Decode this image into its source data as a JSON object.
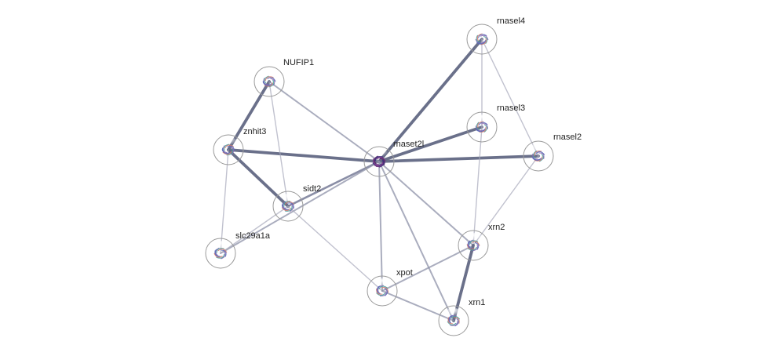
{
  "nodes": [
    {
      "id": "rnaset2l",
      "label": "rnaset2l",
      "highlight": true
    },
    {
      "id": "rnasel4",
      "label": "rnasel4"
    },
    {
      "id": "rnasel3",
      "label": "rnasel3"
    },
    {
      "id": "rnasel2",
      "label": "rnasel2"
    },
    {
      "id": "NUFIP1",
      "label": "NUFIP1"
    },
    {
      "id": "znhit3",
      "label": "znhit3"
    },
    {
      "id": "sidt2",
      "label": "sidt2"
    },
    {
      "id": "slc29a1a",
      "label": "slc29a1a"
    },
    {
      "id": "xrn2",
      "label": "xrn2"
    },
    {
      "id": "xpot",
      "label": "xpot"
    },
    {
      "id": "xrn1",
      "label": "xrn1"
    }
  ],
  "edges": [
    {
      "source": "rnaset2l",
      "target": "rnasel4",
      "strength": "strong"
    },
    {
      "source": "rnaset2l",
      "target": "rnasel3",
      "strength": "strong"
    },
    {
      "source": "rnaset2l",
      "target": "rnasel2",
      "strength": "strong"
    },
    {
      "source": "rnaset2l",
      "target": "znhit3",
      "strength": "strong"
    },
    {
      "source": "rnaset2l",
      "target": "NUFIP1",
      "strength": "weak"
    },
    {
      "source": "rnaset2l",
      "target": "sidt2",
      "strength": "medium"
    },
    {
      "source": "rnaset2l",
      "target": "slc29a1a",
      "strength": "weak"
    },
    {
      "source": "rnaset2l",
      "target": "xrn2",
      "strength": "weak"
    },
    {
      "source": "rnaset2l",
      "target": "xpot",
      "strength": "weak"
    },
    {
      "source": "rnaset2l",
      "target": "xrn1",
      "strength": "weak"
    },
    {
      "source": "NUFIP1",
      "target": "znhit3",
      "strength": "strong"
    },
    {
      "source": "NUFIP1",
      "target": "sidt2",
      "strength": "faint"
    },
    {
      "source": "znhit3",
      "target": "sidt2",
      "strength": "strong"
    },
    {
      "source": "znhit3",
      "target": "slc29a1a",
      "strength": "faint"
    },
    {
      "source": "sidt2",
      "target": "slc29a1a",
      "strength": "faint"
    },
    {
      "source": "sidt2",
      "target": "xpot",
      "strength": "faint"
    },
    {
      "source": "rnasel4",
      "target": "rnasel3",
      "strength": "faint"
    },
    {
      "source": "rnasel4",
      "target": "rnasel2",
      "strength": "faint"
    },
    {
      "source": "rnasel3",
      "target": "xrn2",
      "strength": "faint"
    },
    {
      "source": "rnasel2",
      "target": "xrn2",
      "strength": "faint"
    },
    {
      "source": "xrn2",
      "target": "xpot",
      "strength": "weak"
    },
    {
      "source": "xrn2",
      "target": "xrn1",
      "strength": "strong"
    },
    {
      "source": "xpot",
      "target": "xrn1",
      "strength": "weak"
    }
  ],
  "colors": {
    "highlight_node": "#c0384a",
    "node": "#e6e6e6",
    "edge": "#6d7090",
    "label": "#222222"
  }
}
